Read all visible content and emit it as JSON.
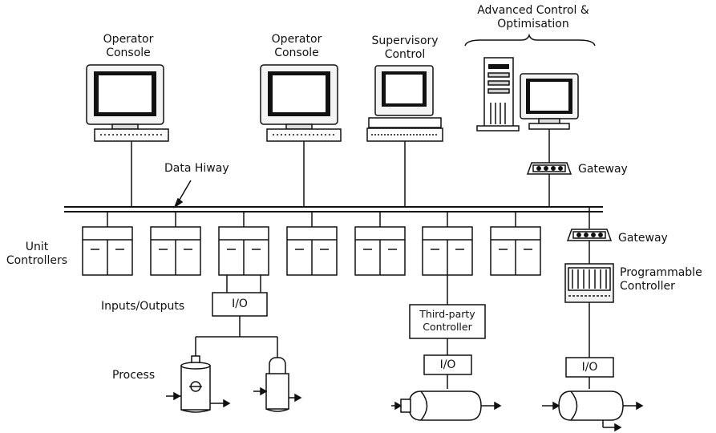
{
  "labels": {
    "operator_console_1": "Operator Console",
    "operator_console_2": "Operator Console",
    "supervisory_control": "Supervisory Control",
    "advanced_control": "Advanced Control & Optimisation",
    "data_hiway": "Data Hiway",
    "gateway_top": "Gateway",
    "gateway_mid": "Gateway",
    "unit_controllers": "Unit Controllers",
    "programmable_controller": "Programmable Controller",
    "inputs_outputs": "Inputs/Outputs",
    "io_box_1": "I/O",
    "io_box_2": "I/O",
    "io_box_3": "I/O",
    "third_party_controller": "Third-party Controller",
    "process": "Process"
  },
  "colors": {
    "line": "#111111",
    "screen": "#111111",
    "panel": "#ffffff",
    "grey": "#d8d8d8"
  }
}
